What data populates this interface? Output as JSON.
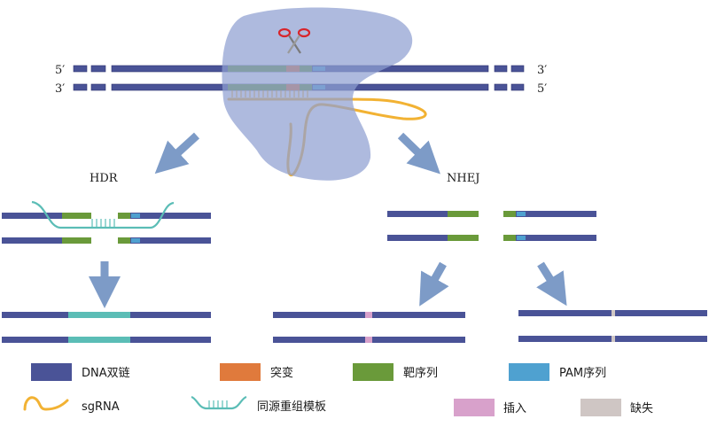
{
  "strand_ends": {
    "top_left": "5′",
    "top_right": "3′",
    "bottom_left": "3′",
    "bottom_right": "5′"
  },
  "pathways": {
    "hdr": "HDR",
    "nhej": "NHEJ"
  },
  "legend": {
    "dna": "DNA双链",
    "mutation": "突变",
    "target": "靶序列",
    "pam": "PAM序列",
    "sgrna": "sgRNA",
    "template": "同源重组模板",
    "insertion": "插入",
    "deletion": "缺失"
  },
  "colors": {
    "dna": "#4a5397",
    "mutation": "#e07a3c",
    "target": "#6a9a3a",
    "pam": "#4fa1d0",
    "sgrna": "#f2b233",
    "template": "#5bbdb6",
    "insertion": "#d8a1cb",
    "deletion": "#cfc6c4",
    "cas9": "#8f9fd1",
    "arrow": "#7d9bc7"
  },
  "icons": {
    "scissors": "scissors-icon"
  }
}
